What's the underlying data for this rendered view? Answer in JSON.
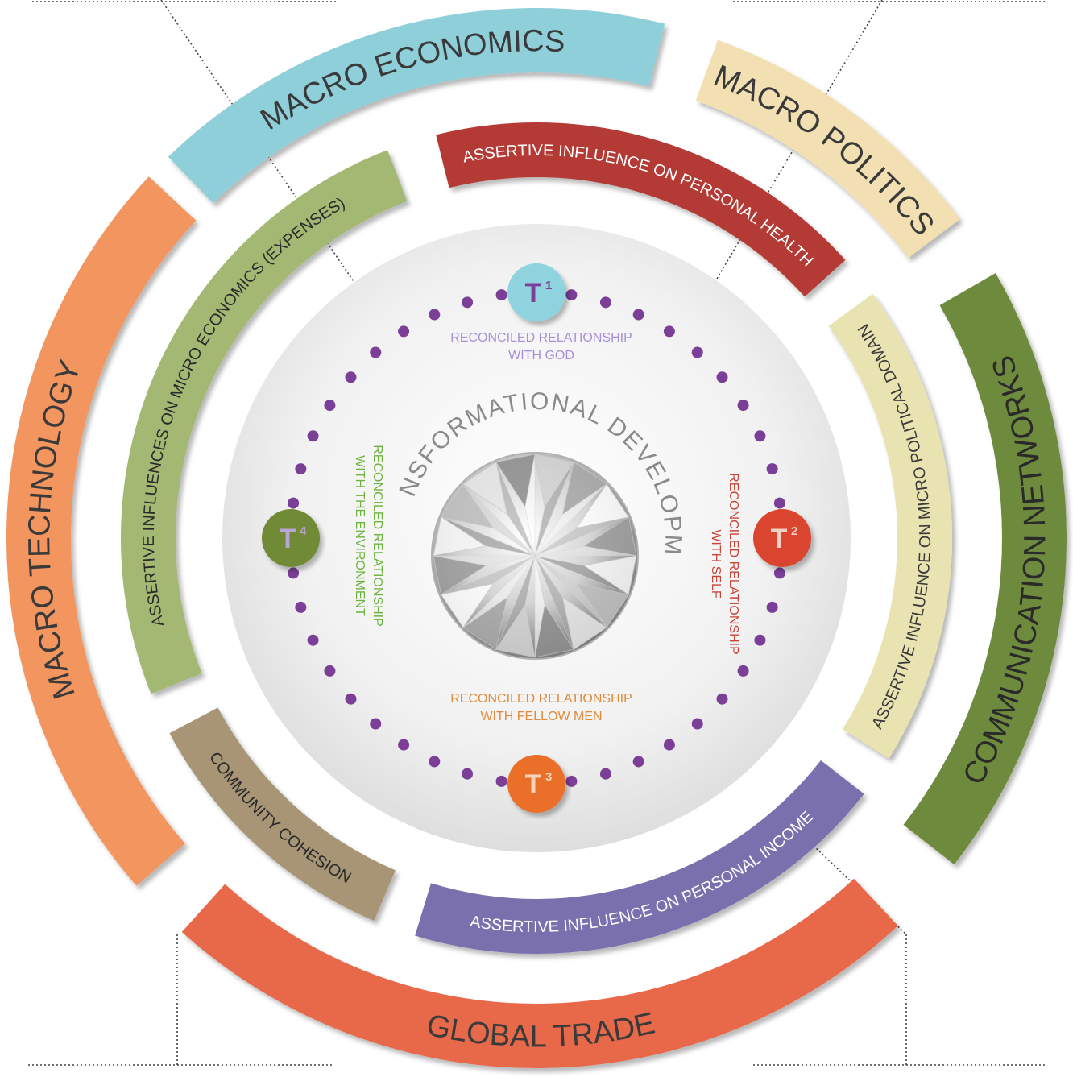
{
  "center": {
    "title": "TRANSFORMATIONAL DEVELOPMENT",
    "title_color": "#8a8a8a"
  },
  "outer_ring": [
    {
      "label": "MACRO ECONOMICS",
      "color": "#8ecfda",
      "text_color": "#3a3a3a"
    },
    {
      "label": "MACRO POLITICS",
      "color": "#f2e0b2",
      "text_color": "#3a3a3a"
    },
    {
      "label": "COMMUNICATION NETWORKS",
      "color": "#6e8a3c",
      "text_color": "#2a2a2a"
    },
    {
      "label": "GLOBAL TRADE",
      "color": "#e8694a",
      "text_color": "#3a3a3a"
    },
    {
      "label": "MACRO TECHNOLOGY",
      "color": "#f2955e",
      "text_color": "#3a3a3a"
    }
  ],
  "inner_ring": [
    {
      "label": "ASSERTIVE INFLUENCE ON PERSONAL HEALTH",
      "color": "#b43a34",
      "text_color": "#ffffff"
    },
    {
      "label": "ASSERTIVE INFLUENCE ON MICRO POLITICAL DOMAIN",
      "color": "#e8e3b0",
      "text_color": "#3a3a3a"
    },
    {
      "label": "ASSERTIVE INFLUENCE ON PERSONAL INCOME",
      "color": "#7a6fae",
      "text_color": "#ffffff"
    },
    {
      "label": "COMMUNITY COHESION",
      "color": "#a79576",
      "text_color": "#2a2a2a"
    },
    {
      "label": "ASSERTIVE INFLUENCES ON MICRO ECONOMICS (EXPENSES)",
      "color": "#a3b872",
      "text_color": "#2a2a2a"
    }
  ],
  "nodes": [
    {
      "label": "T",
      "sup": "1",
      "color": "#8fd3df",
      "text_color": "#7b3f98"
    },
    {
      "label": "T",
      "sup": "2",
      "color": "#d9452e",
      "text_color": "#f4cfc4"
    },
    {
      "label": "T",
      "sup": "3",
      "color": "#ea6f2c",
      "text_color": "#f7d3bd"
    },
    {
      "label": "T",
      "sup": "4",
      "color": "#6f8a36",
      "text_color": "#b9a6d8"
    }
  ],
  "relationships": [
    {
      "line1": "RECONCILED RELATIONSHIP",
      "line2": "WITH GOD",
      "color": "#a990d8"
    },
    {
      "line1": "RECONCILED RELATIONSHIP",
      "line2": "WITH SELF",
      "color": "#c8453a"
    },
    {
      "line1": "RECONCILED RELATIONSHIP",
      "line2": "WITH FELLOW MEN",
      "color": "#e08a3a"
    },
    {
      "line1": "RECONCILED RELATIONSHIP",
      "line2": "WITH THE ENVIRONMENT",
      "color": "#6db33f"
    }
  ],
  "dot_color": "#7b3f98"
}
